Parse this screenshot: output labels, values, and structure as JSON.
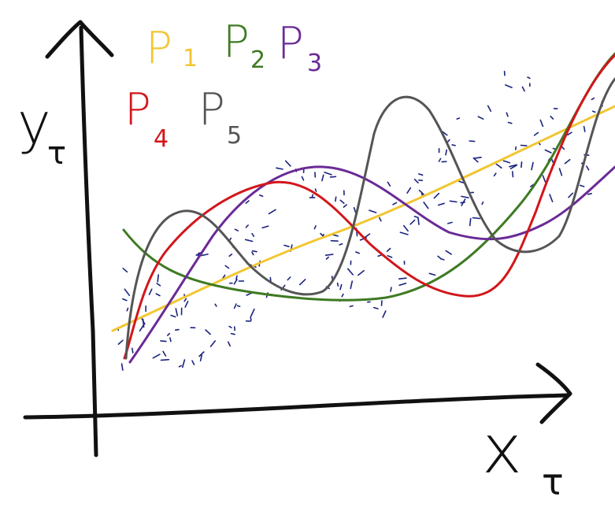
{
  "axes": {
    "y_label": "y",
    "y_subscript": "τ",
    "x_label": "x",
    "x_subscript": "τ"
  },
  "legend": [
    {
      "label": "P",
      "index": "1",
      "color": "#f2c631"
    },
    {
      "label": "P",
      "index": "2",
      "color": "#3e7a22"
    },
    {
      "label": "P",
      "index": "3",
      "color": "#6a2a97"
    },
    {
      "label": "P",
      "index": "4",
      "color": "#d2161b"
    },
    {
      "label": "P",
      "index": "5",
      "color": "#555555"
    }
  ],
  "colors": {
    "axis": "#111111",
    "scatter": "#1a237e"
  }
}
